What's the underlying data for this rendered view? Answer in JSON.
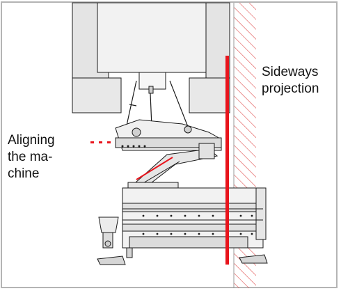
{
  "labels": {
    "right": [
      "Sideways",
      "projection"
    ],
    "left": [
      "Aligning",
      "the ma-",
      "chine"
    ]
  },
  "colors": {
    "frame_border": "#b4b4b4",
    "projection_line": "#e8141c",
    "hatch": "#e05050",
    "machine_outline": "#1a1a1a",
    "machine_fill": "#f0f0f0",
    "vehicle_body": "#ececec"
  }
}
